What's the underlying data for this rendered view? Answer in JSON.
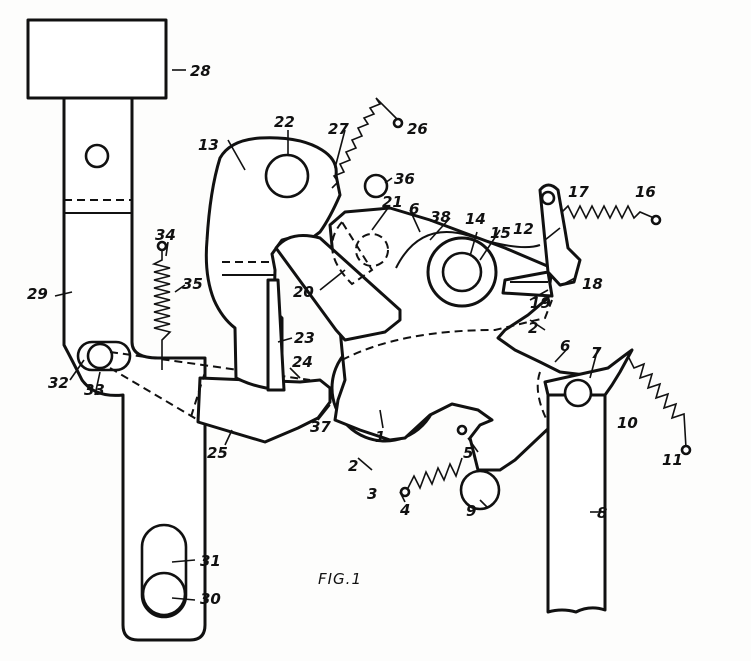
{
  "figure": {
    "caption": "FIG.1",
    "labels": [
      "1",
      "2",
      "3",
      "4",
      "5",
      "6",
      "7",
      "8",
      "9",
      "10",
      "11",
      "12",
      "13",
      "14",
      "15",
      "16",
      "17",
      "18",
      "19",
      "20",
      "21",
      "22",
      "23",
      "24",
      "25",
      "26",
      "27",
      "28",
      "29",
      "30",
      "31",
      "32",
      "33",
      "34",
      "35",
      "36",
      "37",
      "38"
    ]
  },
  "labels": {
    "l1": "1",
    "l2a": "2",
    "l2b": "2",
    "l3": "3",
    "l4": "4",
    "l5": "5",
    "l6a": "6",
    "l6b": "6",
    "l7": "7",
    "l8": "8",
    "l9": "9",
    "l10": "10",
    "l11": "11",
    "l12": "12",
    "l13": "13",
    "l14": "14",
    "l15": "15",
    "l16": "16",
    "l17": "17",
    "l18": "18",
    "l19": "19",
    "l20": "20",
    "l21": "21",
    "l22": "22",
    "l23": "23",
    "l24": "24",
    "l25": "25",
    "l26": "26",
    "l27": "27",
    "l28": "28",
    "l29": "29",
    "l30": "30",
    "l31": "31",
    "l32": "32",
    "l33": "33",
    "l34": "34",
    "l35": "35",
    "l36": "36",
    "l37": "37",
    "l38": "38"
  }
}
